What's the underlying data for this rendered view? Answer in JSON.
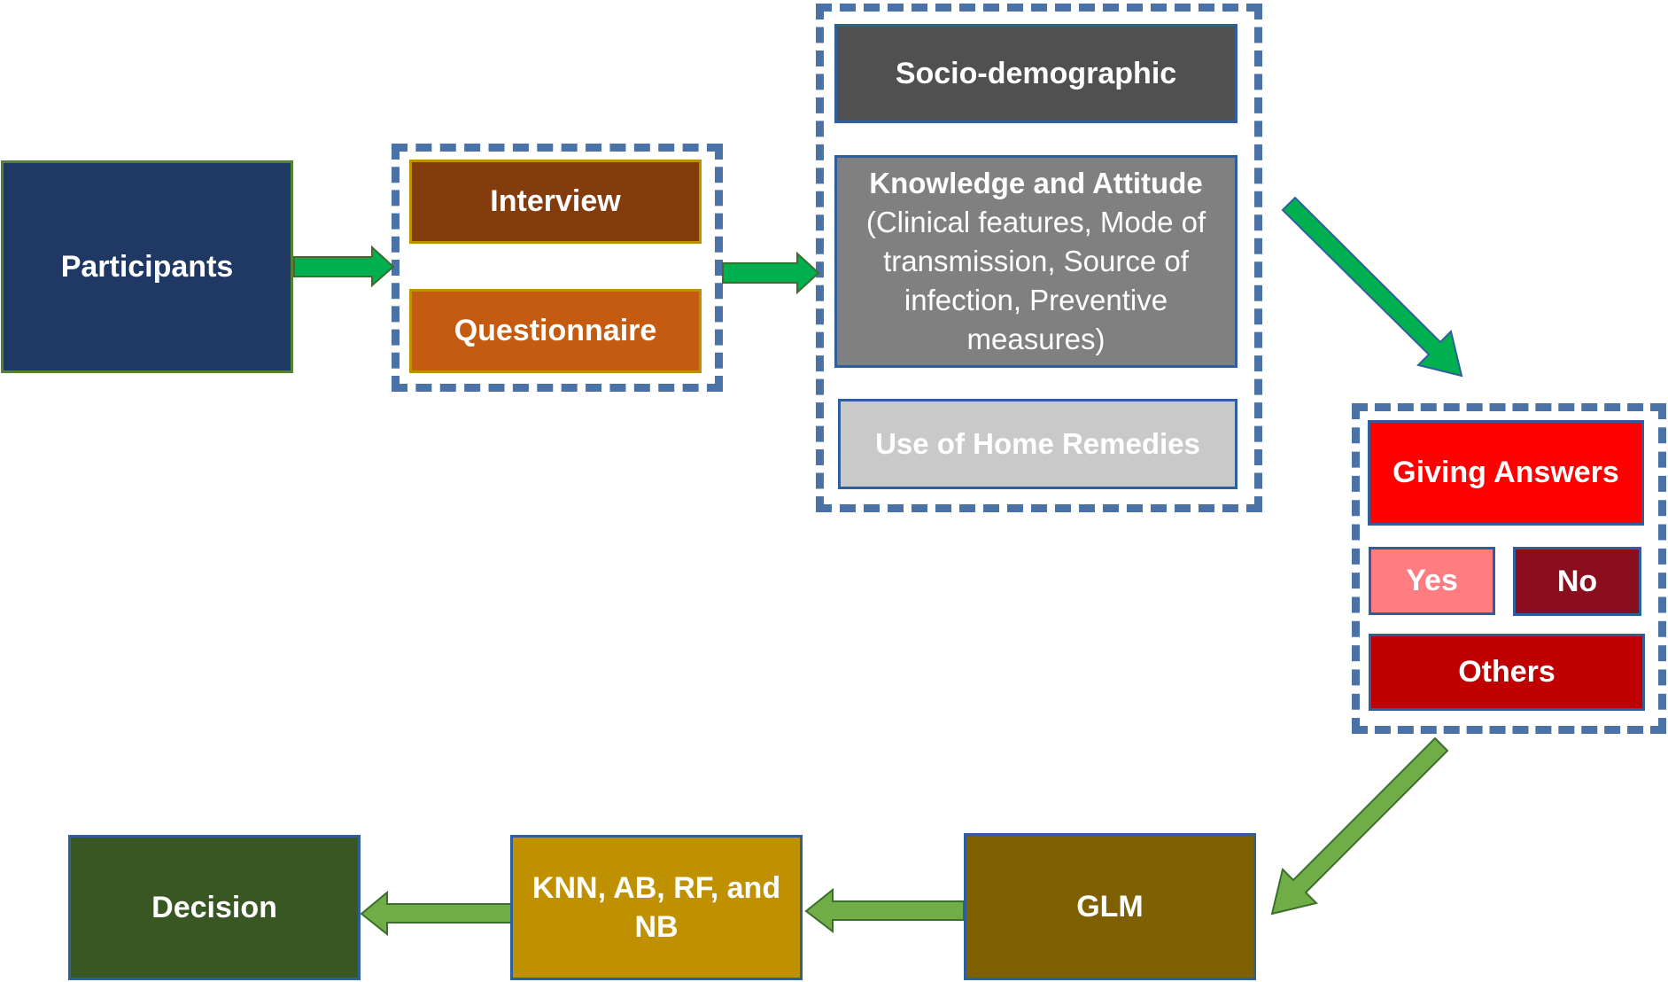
{
  "participants": "Participants",
  "interview": "Interview",
  "questionnaire": "Questionnaire",
  "socio": "Socio-demographic",
  "knowledge": {
    "title": "Knowledge and Attitude",
    "line1": "(Clinical features, Mode  of",
    "line2": "transmission, Source of",
    "line3": "infection, Preventive measures)"
  },
  "home_remedies": "Use of Home Remedies",
  "giving_answers": "Giving Answers",
  "yes": "Yes",
  "no": "No",
  "others": "Others",
  "glm": "GLM",
  "models": {
    "line1": "KNN, AB, RF, and",
    "line2": "NB"
  },
  "decision": "Decision",
  "colors": {
    "participants": "#203864",
    "interview": "#843c0c",
    "questionnaire": "#c55a11",
    "socio": "#505050",
    "knowledge": "#808080",
    "home_remedies": "#c9c9c9",
    "giving_answers": "#ff0000",
    "yes": "#ff7c80",
    "no": "#8b0e1f",
    "others": "#c00000",
    "glm": "#7f6000",
    "models": "#bf9000",
    "decision": "#385723",
    "dashed_group": "#4a72a6",
    "arrow_bright": "#00b050",
    "arrow_olive": "#70ad47"
  }
}
